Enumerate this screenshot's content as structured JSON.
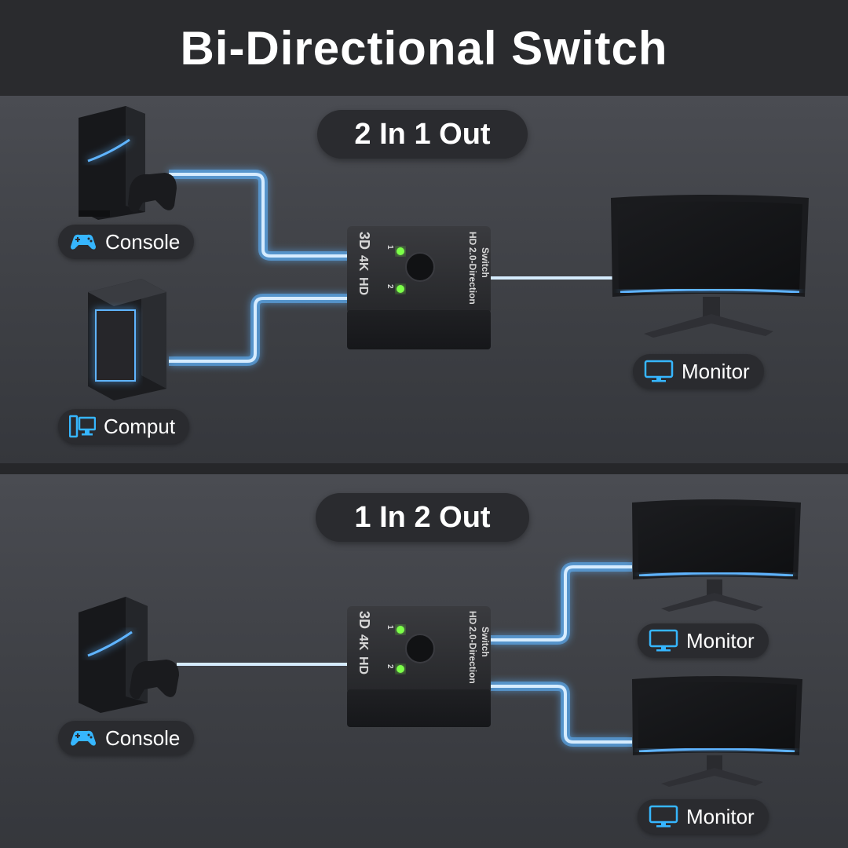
{
  "title": "Bi-Directional Switch",
  "sections": [
    {
      "mode": "2 In 1 Out",
      "labels": {
        "console": "Console",
        "computer": "Comput",
        "monitor": "Monitor"
      }
    },
    {
      "mode": "1 In 2 Out",
      "labels": {
        "console": "Console",
        "monitor_top": "Monitor",
        "monitor_bottom": "Monitor"
      }
    }
  ],
  "switch_box": {
    "left_text_1": "3D",
    "left_text_2": "4K",
    "left_text_3": "HD",
    "port_1": "1",
    "port_2": "2",
    "right_text_1": "HD",
    "right_text_2": "2.0-Direction",
    "right_text_3": "Switch"
  },
  "colors": {
    "cable_glow": "#5fb4ff",
    "cable_core": "#d6ecff",
    "led": "#7cff4a",
    "icon_blue": "#36b6ff",
    "pill_bg": "#2a2b2f"
  },
  "icons": [
    "gamepad-icon",
    "computer-icon",
    "monitor-icon"
  ]
}
